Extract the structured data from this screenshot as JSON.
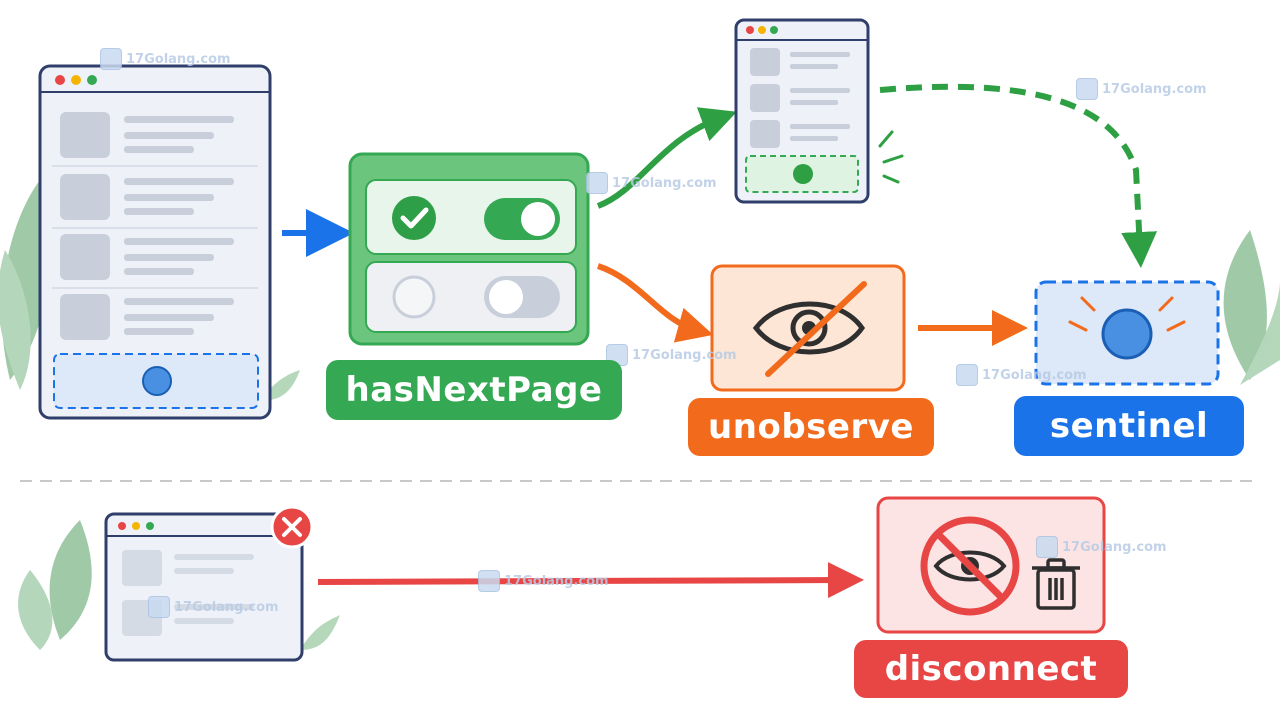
{
  "labels": {
    "has_next_page": "hasNextPage",
    "unobserve": "unobserve",
    "sentinel": "sentinel",
    "disconnect": "disconnect"
  },
  "watermark": {
    "text": "17Golang.com"
  },
  "colors": {
    "green": "#34a853",
    "orange": "#f26b1d",
    "blue": "#1a73e8",
    "red": "#e84545",
    "window_border": "#2f3e6b",
    "placeholder": "#c8cfdb"
  },
  "icons": [
    "browser-window-icon",
    "arrow-right-icon",
    "check-icon",
    "toggle-on-icon",
    "toggle-off-icon",
    "eye-slash-icon",
    "sentinel-dot-icon",
    "close-icon",
    "trash-icon",
    "ban-icon",
    "leaf-icon"
  ]
}
